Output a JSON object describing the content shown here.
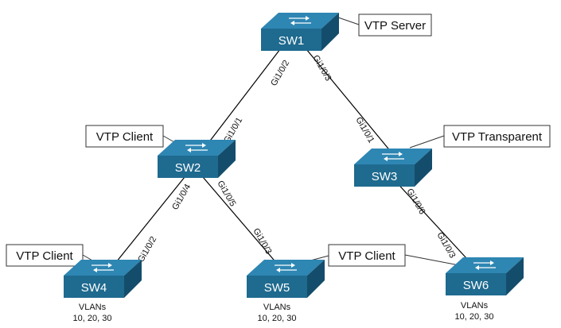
{
  "switches": [
    {
      "id": "SW1",
      "name": "SW1",
      "role": "VTP Server",
      "vlans_title": "",
      "vlans": ""
    },
    {
      "id": "SW2",
      "name": "SW2",
      "role": "VTP Client",
      "vlans_title": "",
      "vlans": ""
    },
    {
      "id": "SW3",
      "name": "SW3",
      "role": "VTP Transparent",
      "vlans_title": "",
      "vlans": ""
    },
    {
      "id": "SW4",
      "name": "SW4",
      "role": "VTP Client",
      "vlans_title": "VLANs",
      "vlans": "10, 20, 30"
    },
    {
      "id": "SW5",
      "name": "SW5",
      "role": "VTP Client",
      "vlans_title": "VLANs",
      "vlans": "10, 20, 30"
    },
    {
      "id": "SW6",
      "name": "SW6",
      "role": "",
      "vlans_title": "VLANs",
      "vlans": "10, 20, 30"
    }
  ],
  "links": [
    {
      "from": "SW1",
      "from_port": "Gi1/0/2",
      "to": "SW2",
      "to_port": "Gi1/0/1"
    },
    {
      "from": "SW1",
      "from_port": "Gi1/0/3",
      "to": "SW3",
      "to_port": "Gi1/0/1"
    },
    {
      "from": "SW2",
      "from_port": "Gi1/0/4",
      "to": "SW4",
      "to_port": "Gi1/0/2"
    },
    {
      "from": "SW2",
      "from_port": "Gi1/0/5",
      "to": "SW5",
      "to_port": "Gi1/0/3"
    },
    {
      "from": "SW3",
      "from_port": "Gi1/0/6",
      "to": "SW6",
      "to_port": "Gi1/0/3"
    }
  ],
  "colors": {
    "switch_front": "#1f6a8f",
    "switch_top": "#2e86b3",
    "switch_side": "#144d6b",
    "line": "#000000"
  }
}
